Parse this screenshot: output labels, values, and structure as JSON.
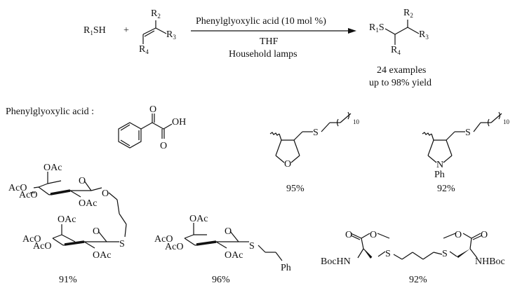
{
  "reaction": {
    "reactant1": {
      "main": "R",
      "sub": "1",
      "suffix": "SH"
    },
    "plus": "+",
    "alkene_labels": {
      "r2": "R",
      "r2_sub": "2",
      "r3": "R",
      "r3_sub": "3",
      "r4": "R",
      "r4_sub": "4"
    },
    "conditions": {
      "above_arrow": "Phenylglyoxylic acid (10 mol %)",
      "below_line1": "THF",
      "below_line2": "Household lamps"
    },
    "product_labels": {
      "r1s": "R",
      "r1s_sub": "1",
      "r1s_suffix": "S",
      "r2": "R",
      "r2_sub": "2",
      "r3": "R",
      "r3_sub": "3",
      "r4": "R",
      "r4_sub": "4"
    },
    "summary": {
      "line1": "24 examples",
      "line2": "up to 98% yield"
    }
  },
  "catalyst": {
    "label": "Phenylglyoxylic acid :",
    "atoms": {
      "o_top": "O",
      "oh": "OH",
      "o_bottom": "O"
    }
  },
  "examples": [
    {
      "id": "thf-thioether",
      "yield": "95%",
      "atoms": {
        "s": "S",
        "o": "O",
        "repeat": "10"
      }
    },
    {
      "id": "pyrrolidine-thioether",
      "yield": "92%",
      "atoms": {
        "s": "S",
        "n": "N",
        "ph": "Ph",
        "repeat": "10"
      }
    },
    {
      "id": "bis-glucoside",
      "yield": "91%",
      "atoms": {
        "oac": "OAc",
        "aco": "AcO",
        "o": "O",
        "s": "S"
      }
    },
    {
      "id": "phenethyl-thioglucoside",
      "yield": "96%",
      "atoms": {
        "oac": "OAc",
        "aco": "AcO",
        "o": "O",
        "s": "S",
        "ph": "Ph"
      }
    },
    {
      "id": "bis-cysteine",
      "yield": "92%",
      "atoms": {
        "o": "O",
        "s": "S",
        "bochn": "BocHN",
        "nhboc": "NHBoc"
      }
    }
  ]
}
